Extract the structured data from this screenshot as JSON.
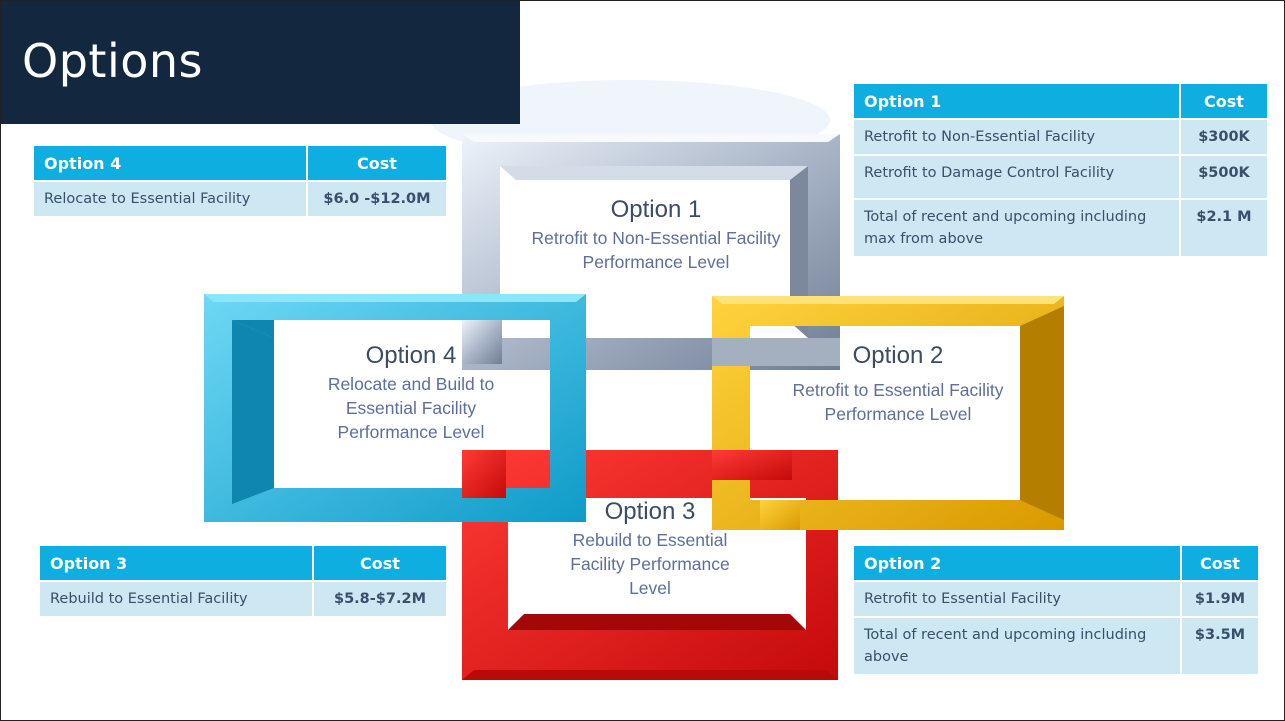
{
  "title": "Options",
  "colors": {
    "banner": "#13283f",
    "table_header": "#0faee0",
    "table_row": "#cde7f3",
    "option1": "#a6b1c2",
    "option2": "#f2b400",
    "option3": "#e8100f",
    "option4": "#1ab3de"
  },
  "diagram": {
    "option1": {
      "name": "Option 1",
      "desc": "Retrofit to Non-Essential Facility Performance Level"
    },
    "option2": {
      "name": "Option 2",
      "desc": "Retrofit to Essential Facility Performance Level"
    },
    "option3": {
      "name": "Option 3",
      "desc": "Rebuild to Essential Facility Performance Level"
    },
    "option4": {
      "name": "Option 4",
      "desc": "Relocate and Build to Essential Facility Performance Level"
    }
  },
  "tables": {
    "option1": {
      "header": "Option 1",
      "cost_header": "Cost",
      "rows": [
        {
          "label": "Retrofit to Non-Essential Facility",
          "cost": "$300K"
        },
        {
          "label": "Retrofit  to Damage Control Facility",
          "cost": "$500K"
        },
        {
          "label": "Total of recent and upcoming including max from above",
          "cost": "$2.1 M"
        }
      ]
    },
    "option2": {
      "header": "Option 2",
      "cost_header": "Cost",
      "rows": [
        {
          "label": "Retrofit to Essential Facility",
          "cost": "$1.9M"
        },
        {
          "label": "Total of recent and upcoming including above",
          "cost": "$3.5M"
        }
      ]
    },
    "option3": {
      "header": "Option 3",
      "cost_header": "Cost",
      "rows": [
        {
          "label": "Rebuild to Essential Facility",
          "cost": "$5.8-$7.2M"
        }
      ]
    },
    "option4": {
      "header": "Option 4",
      "cost_header": "Cost",
      "rows": [
        {
          "label": "Relocate to Essential Facility",
          "cost": "$6.0 -$12.0M"
        }
      ]
    }
  }
}
